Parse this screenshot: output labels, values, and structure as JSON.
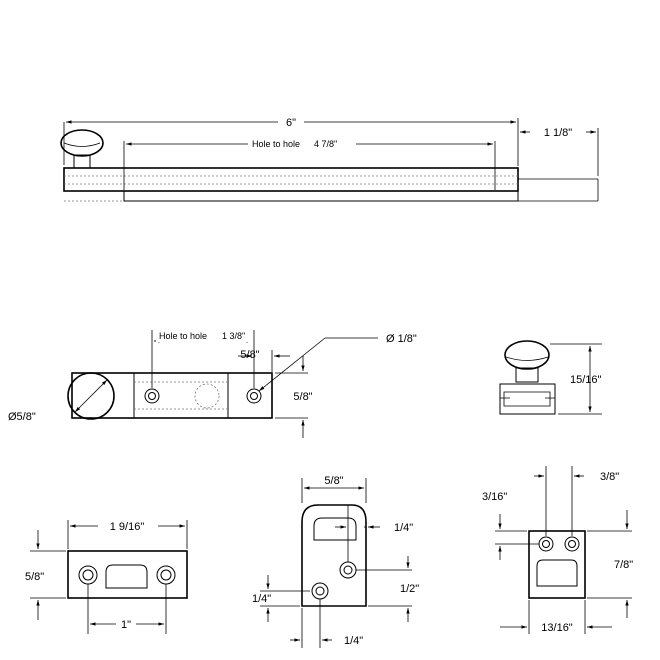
{
  "side_view": {
    "overall_length": "6\"",
    "hole_to_hole_label": "Hole to hole",
    "hole_to_hole_value": "4 7/8\"",
    "throw": "1 1/8\""
  },
  "top_view": {
    "hole_to_hole_label": "Hole to hole",
    "hole_to_hole_value": "1 3/8\"",
    "offset": "5/8\"",
    "hole_diameter": "Ø 1/8\"",
    "width": "5/8\"",
    "knob_diameter": "Ø5/8\""
  },
  "end_view": {
    "height": "15/16\""
  },
  "strike_plate": {
    "length": "1 9/16\"",
    "height": "5/8\"",
    "hole_spacing": "1\""
  },
  "keeper": {
    "width": "5/8\"",
    "top_hole_inset": "1/4\"",
    "hole_vertical_spacing": "1/2\"",
    "bottom_hole_height": "1/4\"",
    "bottom_hole_inset": "1/4\""
  },
  "square_keeper": {
    "hole_spacing": "3/8\"",
    "hole_offset": "3/16\"",
    "height": "7/8\"",
    "width": "13/16\""
  }
}
